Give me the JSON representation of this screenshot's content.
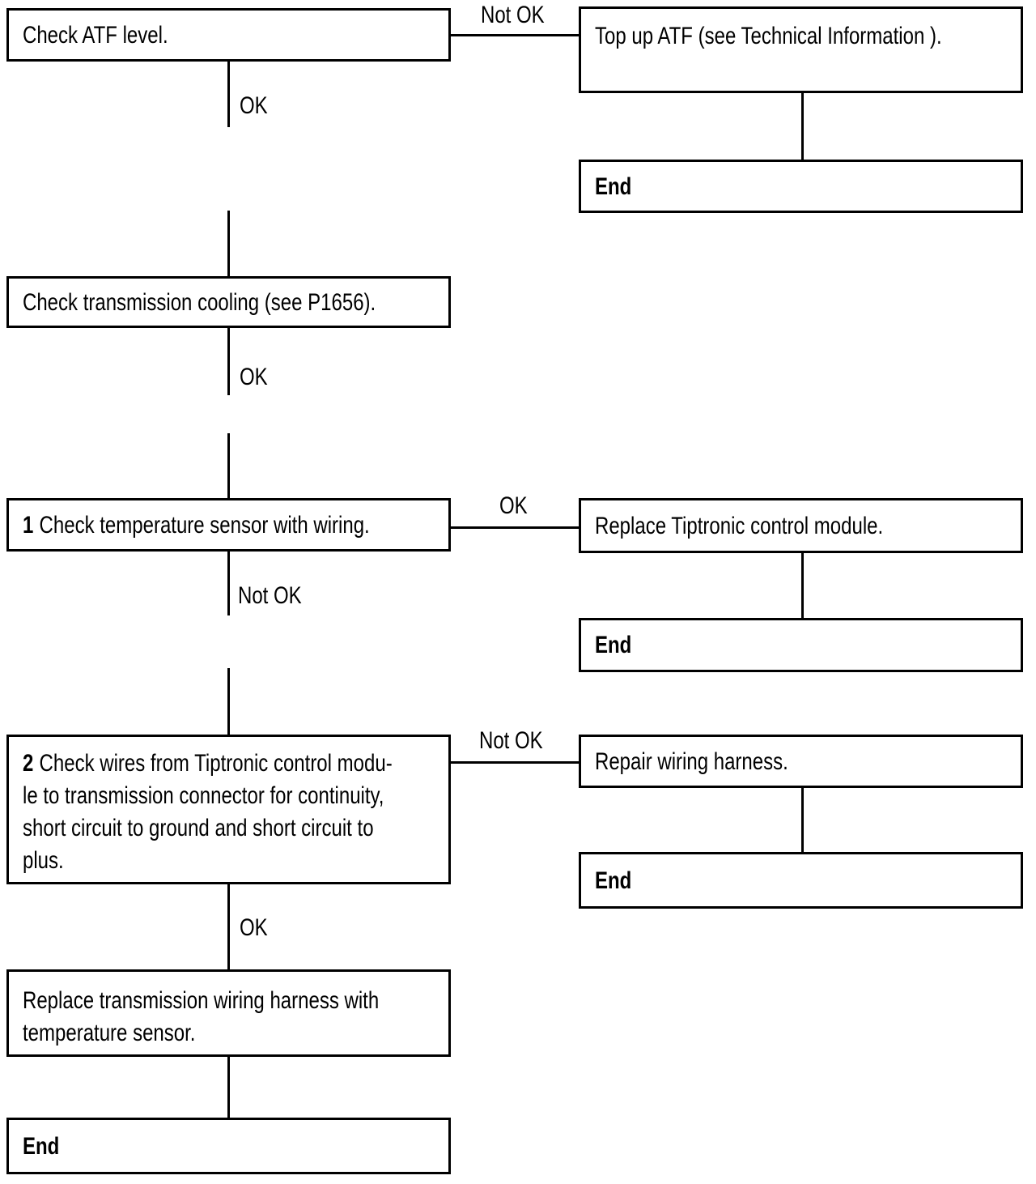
{
  "page": {
    "background_color": "#ffffff",
    "line_color": "#000000",
    "text_color": "#000000",
    "description": "Diagnostic troubleshooting flowchart"
  },
  "nodes": {
    "check_atf": {
      "text": "Check ATF level."
    },
    "top_up_atf": {
      "text": "Top up ATF (see Technical Information )."
    },
    "end_top_up": {
      "text": "End"
    },
    "check_cooling": {
      "text": "Check transmission cooling (see P1656)."
    },
    "check_temp_sensor": {
      "step": "1",
      "text": "Check temperature sensor with wiring."
    },
    "replace_module": {
      "text": "Replace Tiptronic control module."
    },
    "end_replace_module": {
      "text": "End"
    },
    "check_wires": {
      "step": "2",
      "line1": "Check wires from Tiptronic control modu-",
      "line2": "le to transmission connector for continuity,",
      "line3": "short circuit to ground and short circuit to",
      "line4": "plus."
    },
    "repair_harness": {
      "text": "Repair wiring harness."
    },
    "end_repair_harness": {
      "text": "End"
    },
    "replace_harness": {
      "line1": "Replace transmission wiring harness with",
      "line2": "temperature sensor."
    },
    "end_replace_harness": {
      "text": "End"
    }
  },
  "edge_labels": {
    "atf_not_ok": "Not OK",
    "atf_ok": "OK",
    "cooling_ok": "OK",
    "temp_sensor_ok": "OK",
    "temp_sensor_not_ok": "Not OK",
    "wires_not_ok": "Not OK",
    "wires_ok": "OK"
  }
}
